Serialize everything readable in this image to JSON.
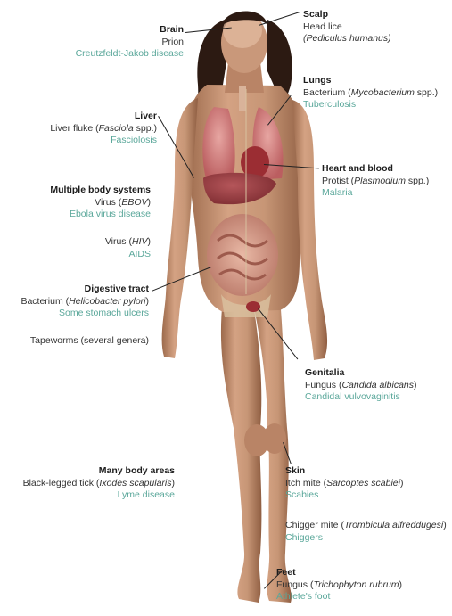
{
  "colors": {
    "disease": "#5aa79a",
    "skin": "#c59272",
    "skin_dark": "#8a5a3e",
    "hair": "#2c1a12",
    "organ_red": "#b8404a",
    "organ_pink": "#d88a86",
    "bone": "#d9c2a0"
  },
  "labels": [
    {
      "key": "brain",
      "title": "Brain",
      "agent": "Prion",
      "disease": "Creutzfeldt-Jakob disease"
    },
    {
      "key": "scalp",
      "title": "Scalp",
      "agent": "Head lice",
      "agent2": "(Pediculus humanus)"
    },
    {
      "key": "lungs",
      "title": "Lungs",
      "agent": "Bacterium (Mycobacterium spp.)",
      "disease": "Tuberculosis"
    },
    {
      "key": "liver",
      "title": "Liver",
      "agent": "Liver fluke (Fasciola spp.)",
      "disease": "Fasciolosis"
    },
    {
      "key": "heart",
      "title": "Heart and blood",
      "agent": "Protist (Plasmodium spp.)",
      "disease": "Malaria"
    },
    {
      "key": "multi",
      "title": "Multiple body systems",
      "agent": "Virus (EBOV)",
      "disease": "Ebola virus disease"
    },
    {
      "key": "hiv",
      "title": "",
      "agent": "Virus (HIV)",
      "disease": "AIDS"
    },
    {
      "key": "digestive",
      "title": "Digestive tract",
      "agent": "Bacterium (Helicobacter pylori)",
      "disease": "Some stomach ulcers"
    },
    {
      "key": "tapeworm",
      "title": "",
      "agent": "Tapeworms (several genera)",
      "disease": ""
    },
    {
      "key": "genitalia",
      "title": "Genitalia",
      "agent": "Fungus (Candida albicans)",
      "disease": "Candidal vulvovaginitis"
    },
    {
      "key": "manyareas",
      "title": "Many body areas",
      "agent": "Black-legged tick (Ixodes scapularis)",
      "disease": "Lyme disease"
    },
    {
      "key": "skin",
      "title": "Skin",
      "agent": "Itch mite (Sarcoptes scabiei)",
      "disease": "Scabies"
    },
    {
      "key": "chigger",
      "title": "",
      "agent": "Chigger mite (Trombicula alfreddugesi)",
      "disease": "Chiggers"
    },
    {
      "key": "feet",
      "title": "Feet",
      "agent": "Fungus (Trichophyton rubrum)",
      "disease": "Athlete's foot"
    }
  ]
}
